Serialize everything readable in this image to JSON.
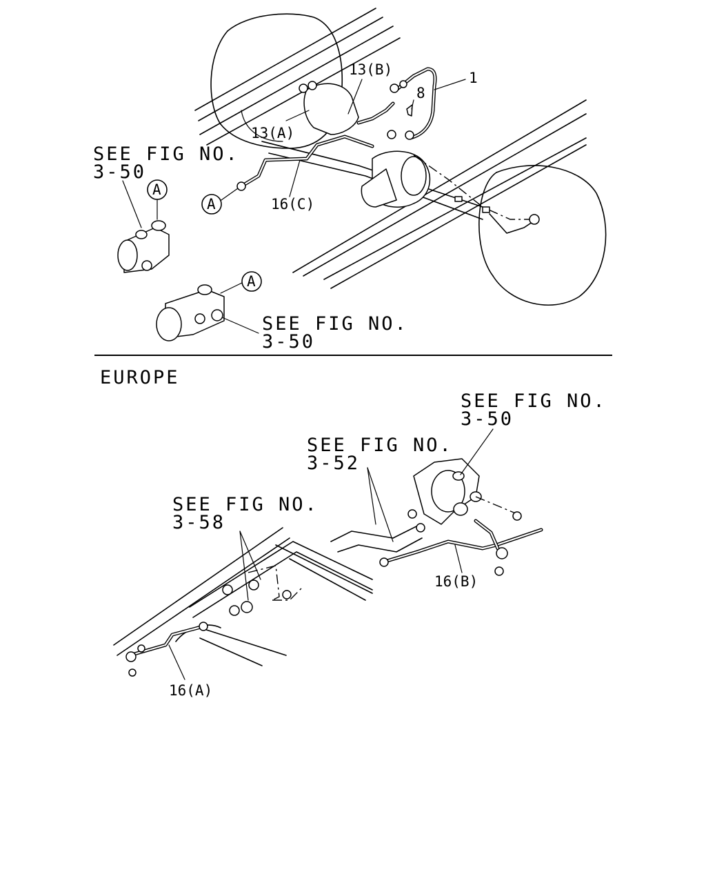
{
  "top": {
    "callouts": {
      "c1": "1",
      "c8": "8",
      "c13b": "13(B)",
      "c13a": "13(A)",
      "c16c": "16(C)"
    },
    "circle_marker": "A",
    "see_fig_left": {
      "line1": "SEE FIG NO.",
      "line2": "3-50"
    },
    "see_fig_bottom": {
      "line1": "SEE FIG NO.",
      "line2": "3-50"
    }
  },
  "bottom": {
    "region_label": "EUROPE",
    "see_fig_3_50": {
      "line1": "SEE FIG NO.",
      "line2": "3-50"
    },
    "see_fig_3_52": {
      "line1": "SEE FIG NO.",
      "line2": "3-52"
    },
    "see_fig_3_58": {
      "line1": "SEE FIG NO.",
      "line2": "3-58"
    },
    "callouts": {
      "c16b": "16(B)",
      "c16a": "16(A)"
    }
  }
}
